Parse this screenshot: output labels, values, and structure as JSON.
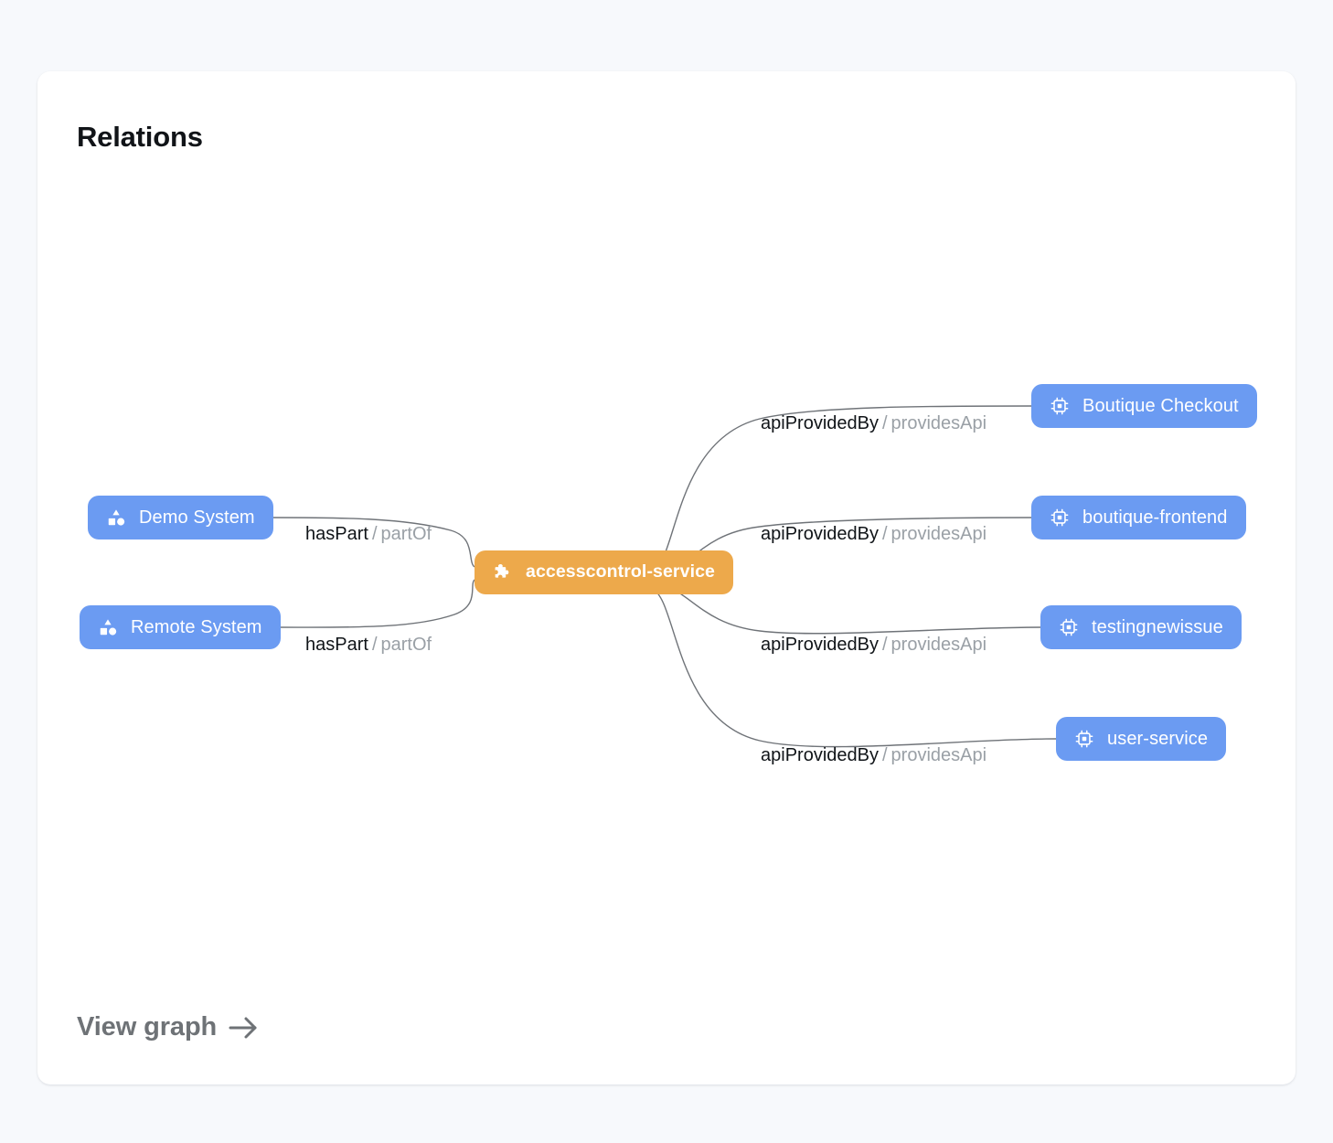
{
  "card": {
    "title": "Relations",
    "footer": {
      "label": "View graph",
      "icon": "arrow-right-icon"
    }
  },
  "colors": {
    "page_background": "#f7f9fc",
    "card_background": "#ffffff",
    "node_blue": "#6b9bf2",
    "node_orange": "#eda94b",
    "edge_line": "#6f7378",
    "label_forward": "#101418",
    "label_reverse": "#9aa0a6",
    "footer_text": "#6e7276"
  },
  "graph": {
    "nodes": [
      {
        "id": "demo-system",
        "label": "Demo System",
        "kind": "system",
        "icon": "shapes-icon"
      },
      {
        "id": "remote-system",
        "label": "Remote System",
        "kind": "system",
        "icon": "shapes-icon"
      },
      {
        "id": "accesscontrol",
        "label": "accesscontrol-service",
        "kind": "service",
        "icon": "puzzle-piece-icon"
      },
      {
        "id": "boutique-checkout",
        "label": "Boutique Checkout",
        "kind": "component",
        "icon": "cpu-chip-icon"
      },
      {
        "id": "boutique-frontend",
        "label": "boutique-frontend",
        "kind": "component",
        "icon": "cpu-chip-icon"
      },
      {
        "id": "testingnewissue",
        "label": "testingnewissue",
        "kind": "component",
        "icon": "cpu-chip-icon"
      },
      {
        "id": "user-service",
        "label": "user-service",
        "kind": "component",
        "icon": "cpu-chip-icon"
      }
    ],
    "edges": [
      {
        "id": "edge-0",
        "source": "accesscontrol",
        "target": "boutique-checkout",
        "forward": "apiProvidedBy",
        "separator": "/",
        "reverse": "providesApi"
      },
      {
        "id": "edge-1",
        "source": "accesscontrol",
        "target": "boutique-frontend",
        "forward": "apiProvidedBy",
        "separator": "/",
        "reverse": "providesApi"
      },
      {
        "id": "edge-2",
        "source": "accesscontrol",
        "target": "testingnewissue",
        "forward": "apiProvidedBy",
        "separator": "/",
        "reverse": "providesApi"
      },
      {
        "id": "edge-3",
        "source": "accesscontrol",
        "target": "user-service",
        "forward": "apiProvidedBy",
        "separator": "/",
        "reverse": "providesApi"
      },
      {
        "id": "edge-4",
        "source": "demo-system",
        "target": "accesscontrol",
        "forward": "hasPart",
        "separator": "/",
        "reverse": "partOf"
      },
      {
        "id": "edge-5",
        "source": "remote-system",
        "target": "accesscontrol",
        "forward": "hasPart",
        "separator": "/",
        "reverse": "partOf"
      }
    ]
  }
}
